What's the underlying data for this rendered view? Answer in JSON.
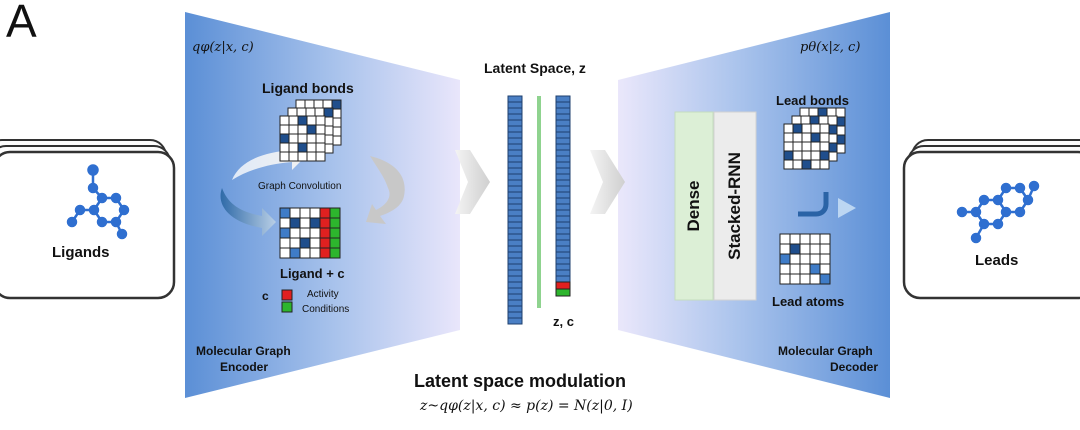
{
  "panel_label": "A",
  "encoder": {
    "formula": "qφ(z|x, c)",
    "grid_title": "Ligand bonds",
    "process_label": "Graph Convolution",
    "matrix_title": "Ligand + c",
    "legend_key": "c",
    "legend_activity": "Activity",
    "legend_conditions": "Conditions",
    "name_line1": "Molecular Graph",
    "name_line2": "Encoder"
  },
  "latent": {
    "title": "Latent Space, z",
    "bottom_label": "z, c"
  },
  "decoder": {
    "formula": "pθ(x|z, c)",
    "dense_label": "Dense",
    "rnn_label": "Stacked-RNN",
    "bonds_title": "Lead bonds",
    "atoms_title": "Lead atoms",
    "name_line1": "Molecular Graph",
    "name_line2": "Decoder"
  },
  "input_card": {
    "label": "Ligands"
  },
  "output_card": {
    "label": "Leads"
  },
  "bottom": {
    "title": "Latent space modulation",
    "equation": "z~qφ(z|x, c) ≈ p(z) = N(z|0, I)"
  },
  "colors": {
    "encoder_blue": "#5b8fd6",
    "cell_dark": "#1f4e8c",
    "cell_blue": "#3f7cc7",
    "activity_red": "#e02020",
    "conditions_green": "#2db52d",
    "latent_cell": "#4a7fc4",
    "dense_green": "#dcefd6",
    "rnn_gray": "#ececec",
    "molecule_blue": "#2f6fd0"
  }
}
